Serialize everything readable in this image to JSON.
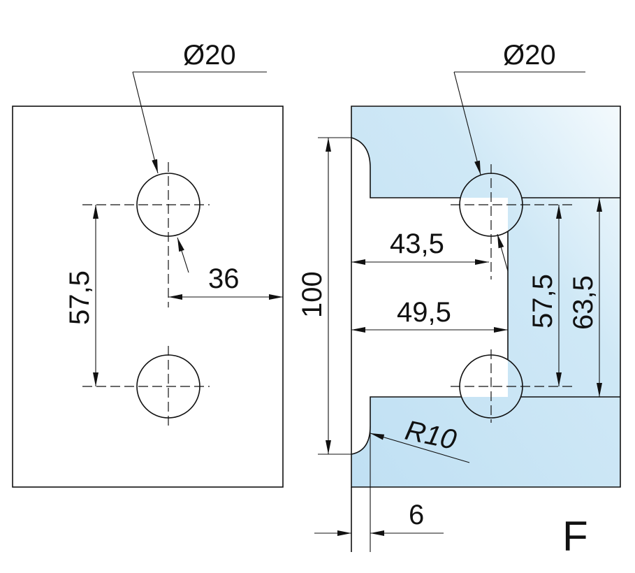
{
  "drawing": {
    "left_part": {
      "hole_label": "Ø20",
      "hole_spacing": "57,5",
      "edge_offset": "36"
    },
    "right_part": {
      "hole_label": "Ø20",
      "notch_depth_to_hole": "43,5",
      "notch_depth": "49,5",
      "hole_spacing": "57,5",
      "notch_height": "63,5",
      "overall_height": "100",
      "radius": "R10",
      "offset": "6"
    },
    "variant_letter": "F",
    "colors": {
      "fill_light": "#eef7fc",
      "fill_dark": "#c3e2f4",
      "line": "#111111"
    }
  }
}
